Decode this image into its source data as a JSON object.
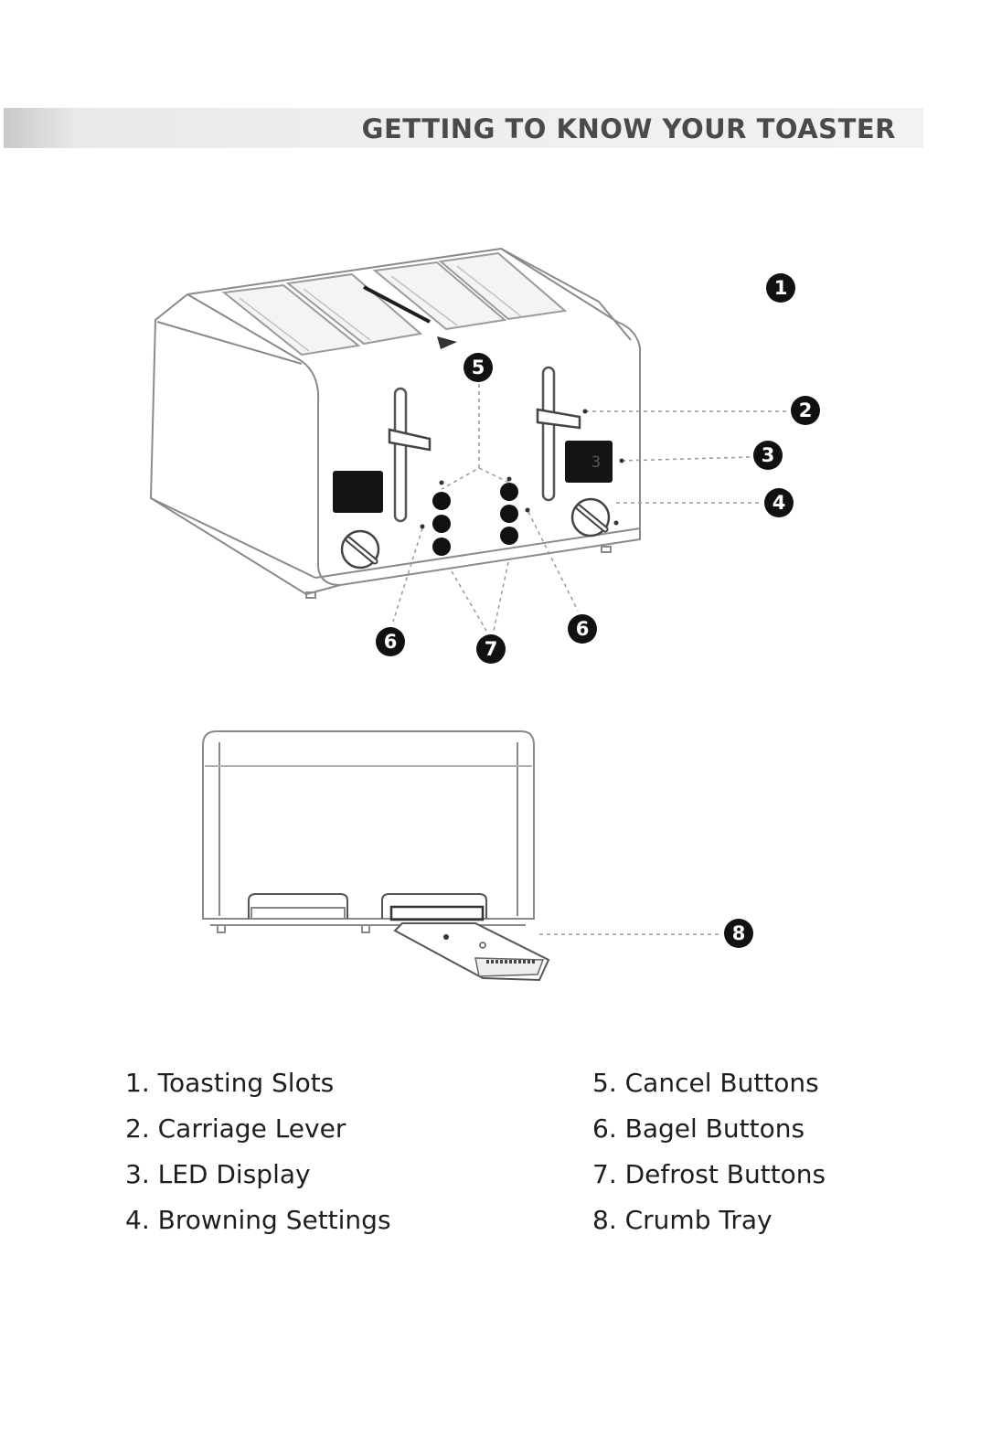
{
  "header": {
    "title": "GETTING TO KNOW YOUR TOASTER"
  },
  "diagram": {
    "display_digit": "3",
    "callouts": {
      "c1": "1",
      "c2": "2",
      "c3": "3",
      "c4": "4",
      "c5": "5",
      "c6a": "6",
      "c6b": "6",
      "c7": "7",
      "c8": "8"
    }
  },
  "parts": {
    "left": [
      "1. Toasting Slots",
      "2. Carriage Lever",
      "3. LED Display",
      "4. Browning Settings"
    ],
    "right": [
      "5. Cancel Buttons",
      "6. Bagel Buttons",
      "7.  Defrost Buttons",
      "8.  Crumb Tray"
    ]
  },
  "colors": {
    "ink": "#1c1c1c",
    "line": "#888888",
    "title": "#4a4a4a"
  }
}
